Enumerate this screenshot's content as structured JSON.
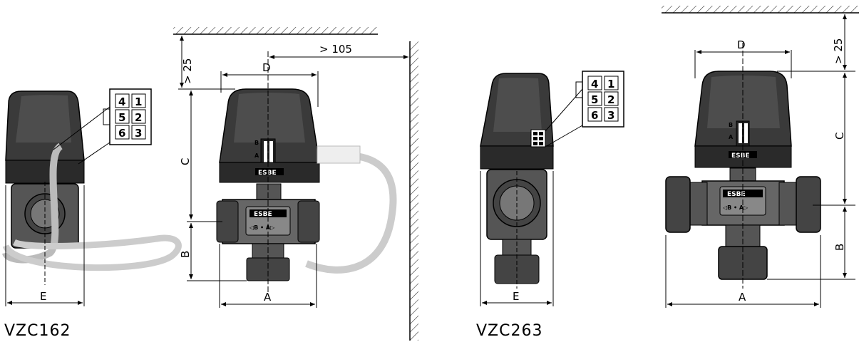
{
  "captions": {
    "left": "VZC162",
    "right": "VZC263"
  },
  "dimensions": {
    "gt25": "> 25",
    "gt105": "> 105",
    "A": "A",
    "B": "B",
    "C": "C",
    "D": "D",
    "E": "E"
  },
  "connector": {
    "pins": [
      "4",
      "1",
      "5",
      "2",
      "6",
      "3"
    ]
  },
  "markings": {
    "port_B": "B",
    "port_A": "A",
    "logo": "ESBE",
    "flow": "◁B • A▷"
  }
}
